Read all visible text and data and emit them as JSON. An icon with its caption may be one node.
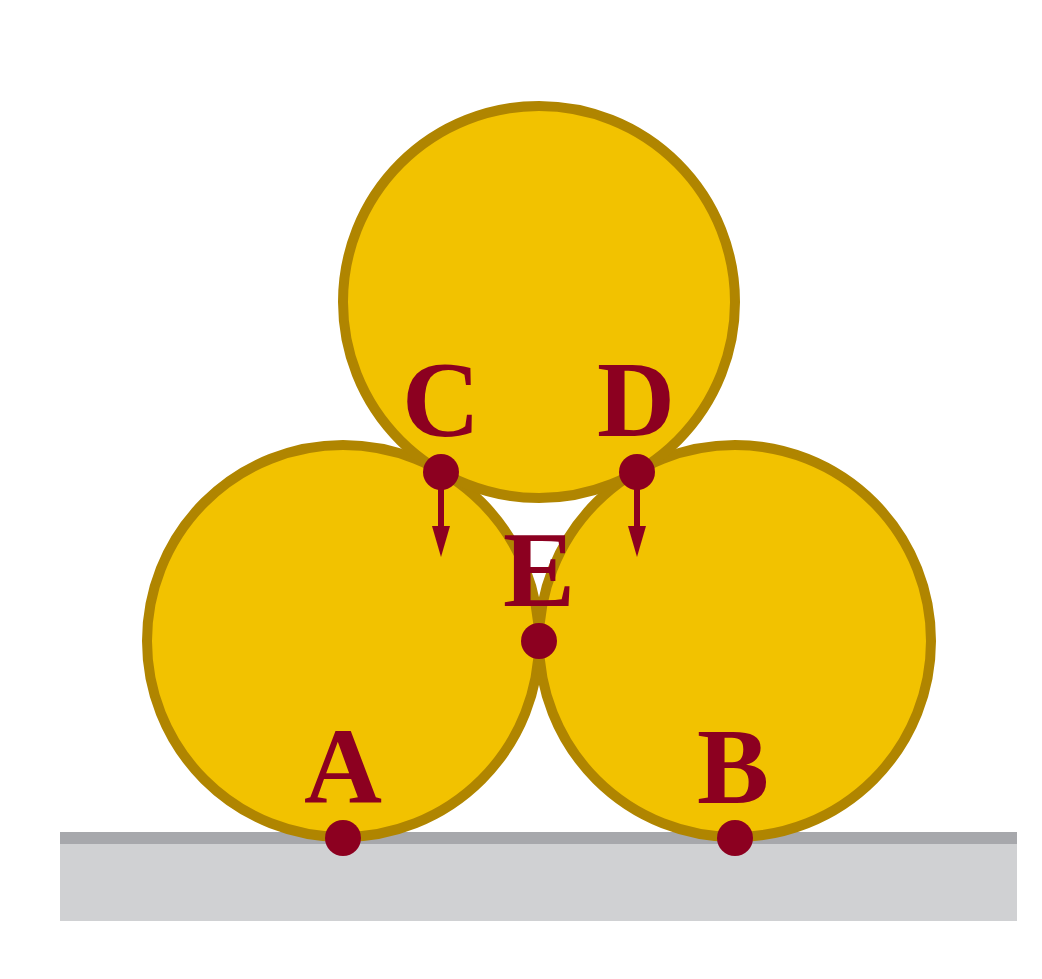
{
  "diagram": {
    "labels": [
      "C",
      "D",
      "E",
      "A",
      "B"
    ]
  }
}
